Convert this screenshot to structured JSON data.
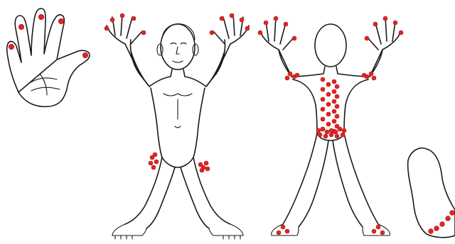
{
  "figure": {
    "panels": [
      {
        "id": "left-hand-palm",
        "label": ""
      },
      {
        "id": "body-front",
        "label": ""
      },
      {
        "id": "body-back",
        "label": ""
      },
      {
        "id": "foot-sole",
        "label": ""
      }
    ],
    "colors": {
      "outline": "#1a1a1a",
      "lesion_fill": "#e02424",
      "lesion_stroke": "#b01818",
      "background": "#ffffff"
    },
    "lesion_regions": [
      "palm-fingertips",
      "front-hand-fingertips",
      "front-knees",
      "back-hand-fingertips",
      "back-shoulders",
      "back-spine",
      "back-lower-back",
      "back-feet-toes",
      "sole-toes"
    ]
  }
}
